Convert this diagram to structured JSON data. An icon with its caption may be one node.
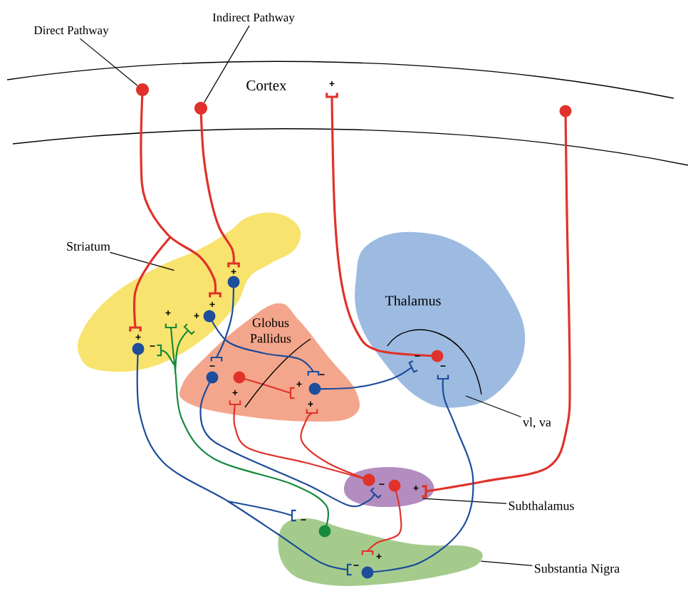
{
  "diagram": {
    "nodes": [
      {
        "text": [
          "Direct Pathway"
        ]
      },
      {
        "text": [
          "Indirect Pathway"
        ]
      },
      {
        "text": [],
        "shape": "circle"
      },
      {
        "text": [],
        "shape": "circle"
      },
      {
        "text": [
          "Striatum"
        ]
      },
      {
        "text": [],
        "shape": "blob"
      },
      {
        "text": [
          "Thalamus"
        ]
      },
      {
        "text": [
          "Globus Pallidus"
        ]
      },
      {
        "text": [
          "vl, va"
        ]
      },
      {
        "text": [
          "Subthalamus"
        ]
      },
      {
        "text": [],
        "shape": "blob"
      },
      {
        "text": [
          "Substantia Nigra"
        ]
      },
      {
        "text": [],
        "shape": "blob"
      },
      {
        "text": [
          "+"
        ]
      }
    ],
    "edges": [
      {
        "from": 0,
        "to": 2,
        "arrow": "none",
        "color": "#000000"
      },
      {
        "from": 1,
        "to": 3,
        "arrow": "none",
        "color": "#000000"
      },
      {
        "from": 4,
        "to": 5,
        "arrow": "none",
        "color": "#000000"
      },
      {
        "from": 8,
        "to": 6,
        "arrow": "none",
        "color": "#000000"
      },
      {
        "from": 9,
        "to": 10,
        "arrow": "none",
        "color": "#000000"
      },
      {
        "from": 11,
        "to": 12,
        "arrow": "none",
        "color": "#000000"
      },
      {
        "from": 2,
        "to": 5,
        "arrow": "other",
        "color": "#e0322b"
      },
      {
        "from": 3,
        "to": 5,
        "arrow": "other",
        "color": "#e0322b"
      },
      {
        "from": 6,
        "to": 13,
        "arrow": "other",
        "color": "#e0322b"
      },
      {
        "from": null,
        "to": 10,
        "arrow": "other",
        "color": "#e0322b"
      },
      {
        "from": 10,
        "to": 7,
        "arrow": "other",
        "color": "#e0322b"
      },
      {
        "from": 10,
        "to": 7,
        "arrow": "other",
        "color": "#e0322b"
      },
      {
        "from": 10,
        "to": 12,
        "arrow": "other",
        "color": "#e0322b"
      },
      {
        "from": 5,
        "to": 7,
        "arrow": "other",
        "color": "#1d4d9b"
      },
      {
        "from": 5,
        "to": 7,
        "arrow": "other",
        "color": "#1d4d9b"
      },
      {
        "from": 7,
        "to": 6,
        "arrow": "other",
        "color": "#1d4d9b"
      },
      {
        "from": 7,
        "to": 10,
        "arrow": "other",
        "color": "#1d4d9b"
      },
      {
        "from": 5,
        "to": 12,
        "arrow": "other",
        "color": "#1d4d9b"
      },
      {
        "from": 12,
        "to": 6,
        "arrow": "other",
        "color": "#1d4d9b"
      },
      {
        "from": 12,
        "to": 5,
        "arrow": "other",
        "color": "#178a3c"
      }
    ],
    "labels": [
      "Cortex",
      "+",
      "+",
      "+",
      "+",
      "+",
      "−",
      "−",
      "+",
      "+",
      "−",
      "+",
      "−",
      "−",
      "−",
      "+",
      "−",
      "+",
      "−"
    ]
  }
}
